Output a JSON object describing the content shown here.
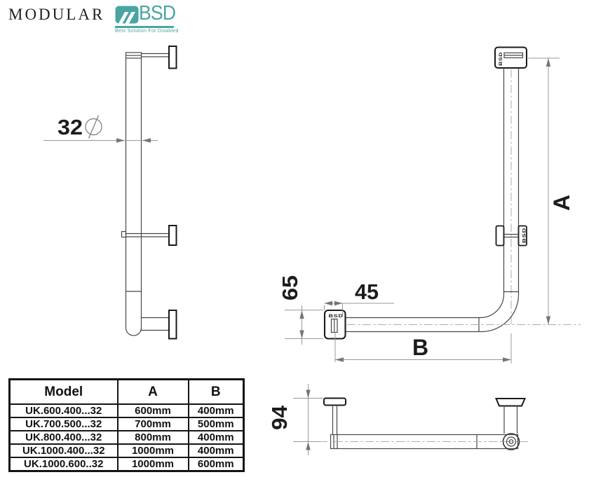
{
  "header": {
    "brand": "MODULAR",
    "logo": {
      "name": "BSD",
      "tagline": "Best Solution For Disabled",
      "color": "#4aa5a1"
    }
  },
  "drawing": {
    "labels": {
      "tube_diameter": "32",
      "wall_offset": "45",
      "flange_height": "65",
      "wall_distance": "94",
      "dim_a": "A",
      "dim_b": "B"
    },
    "flange_mark": "BSD"
  },
  "table": {
    "headers": {
      "model": "Model",
      "a": "A",
      "b": "B"
    },
    "rows": [
      {
        "model": "UK.600.400...32",
        "a": "600mm",
        "b": "400mm"
      },
      {
        "model": "UK.700.500...32",
        "a": "700mm",
        "b": "500mm"
      },
      {
        "model": "UK.800.400...32",
        "a": "800mm",
        "b": "400mm"
      },
      {
        "model": "UK.1000.400...32",
        "a": "1000mm",
        "b": "400mm"
      },
      {
        "model": "UK.1000.600..32",
        "a": "1000mm",
        "b": "600mm"
      }
    ]
  }
}
